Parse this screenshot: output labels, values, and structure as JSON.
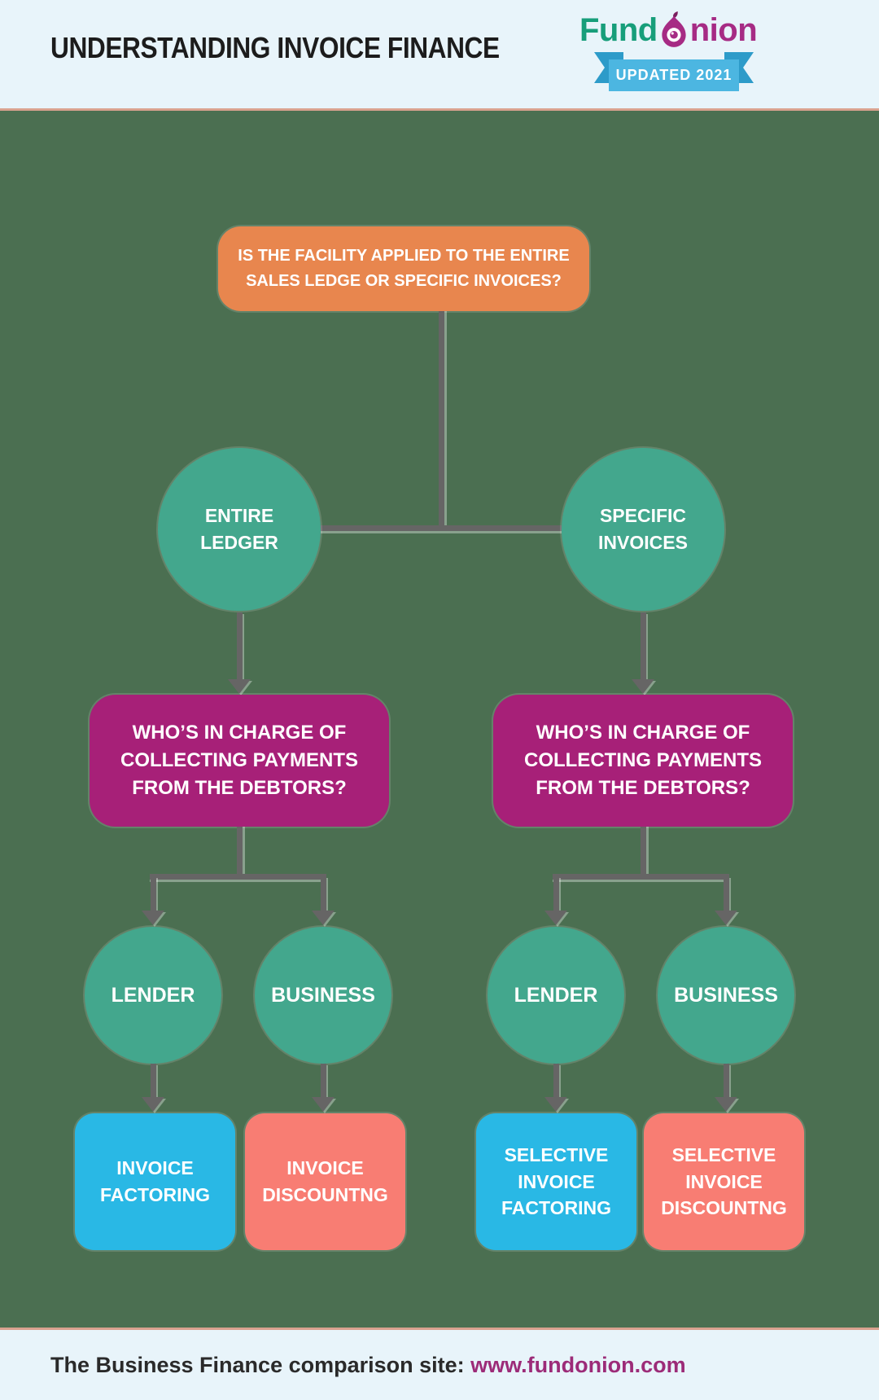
{
  "header": {
    "title": "UNDERSTANDING INVOICE FINANCE",
    "logo": {
      "word_part1": "Fund",
      "word_part2": "nion",
      "badge": "UPDATED 2021"
    }
  },
  "flowchart": {
    "root_question_lines": [
      "IS THE FACILITY APPLIED TO THE ENTIRE",
      "SALES LEDGE OR SPECIFIC INVOICES?"
    ],
    "branches": [
      {
        "option_lines": [
          "ENTIRE",
          "LEDGER"
        ],
        "question_lines": [
          "WHO’S IN CHARGE OF",
          "COLLECTING PAYMENTS",
          "FROM THE DEBTORS?"
        ],
        "answers": [
          "LENDER",
          "BUSINESS"
        ],
        "outcome_factoring_lines": [
          "INVOICE",
          "FACTORING"
        ],
        "outcome_discounting_lines": [
          "INVOICE",
          "DISCOUNTNG"
        ]
      },
      {
        "option_lines": [
          "SPECIFIC",
          "INVOICES"
        ],
        "question_lines": [
          "WHO’S IN CHARGE OF",
          "COLLECTING PAYMENTS",
          "FROM THE DEBTORS?"
        ],
        "answers": [
          "LENDER",
          "BUSINESS"
        ],
        "outcome_factoring_lines": [
          "SELECTIVE",
          "INVOICE",
          "FACTORING"
        ],
        "outcome_discounting_lines": [
          "SELECTIVE",
          "INVOICE",
          "DISCOUNTNG"
        ]
      }
    ]
  },
  "footer": {
    "label": "The Business Finance comparison site: ",
    "link": "www.fundonion.com"
  },
  "colors": {
    "header_bg": "#e8f4fa",
    "canvas_bg": "#4b6f51",
    "separator": "#d9a28f",
    "root_box": "#e8864e",
    "question_box": "#a72078",
    "circle": "#43a78d",
    "factoring_box": "#29b8e5",
    "discounting_box": "#f87d73",
    "connector": "#666565",
    "logo_teal": "#179e7a",
    "logo_magenta": "#a62b84",
    "ribbon_blue": "#4cb6e1",
    "ribbon_tail_blue": "#2d9bc9",
    "footer_link": "#9c2b78"
  }
}
